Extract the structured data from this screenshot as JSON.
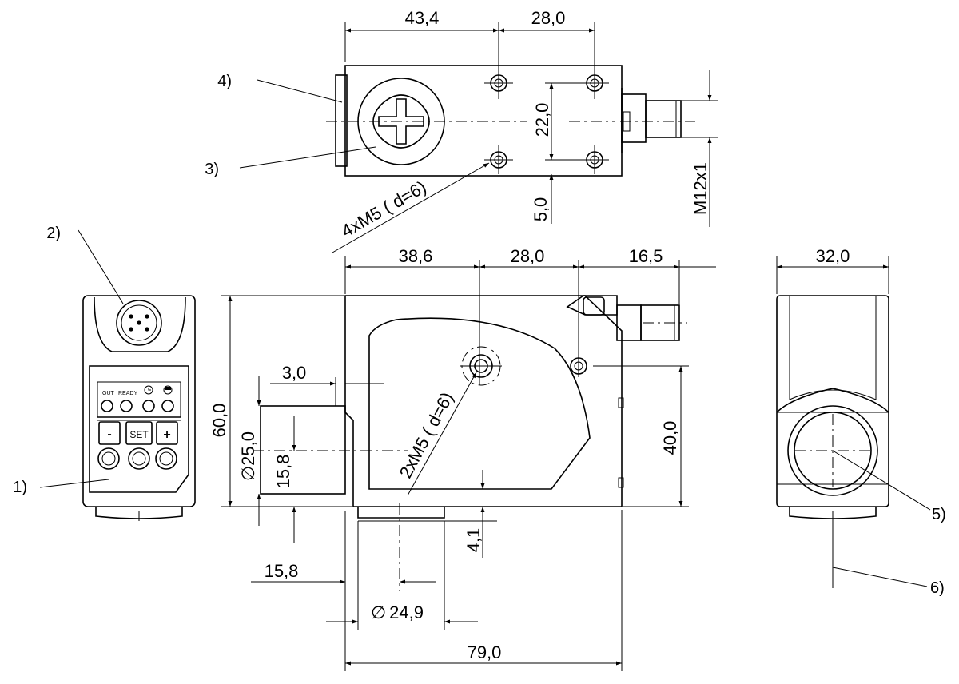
{
  "dimensions": {
    "top_43_4": "43,4",
    "top_28_0": "28,0",
    "top_22_0": "22,0",
    "top_5_0": "5,0",
    "top_m12": "M12x1",
    "top_4xm5": "4xM5 ( d=6)",
    "side_38_6": "38,6",
    "side_28_0": "28,0",
    "side_16_5": "16,5",
    "side_60_0": "60,0",
    "side_3_0": "3,0",
    "side_25_0": "25,0",
    "side_15_8v": "15,8",
    "side_2xm5": "2xM5 ( d=6)",
    "side_40_0": "40,0",
    "side_4_1": "4,1",
    "side_15_8h": "15,8",
    "side_24_9": "24,9",
    "side_79_0": "79,0",
    "end_32_0": "32,0"
  },
  "callouts": {
    "c1": "1)",
    "c2": "2)",
    "c3": "3)",
    "c4": "4)",
    "c5": "5)",
    "c6": "6)"
  },
  "panel": {
    "out": "OUT",
    "ready": "READY",
    "minus": "-",
    "set": "SET",
    "plus": "+"
  },
  "symbols": {
    "diameter": "∅"
  }
}
